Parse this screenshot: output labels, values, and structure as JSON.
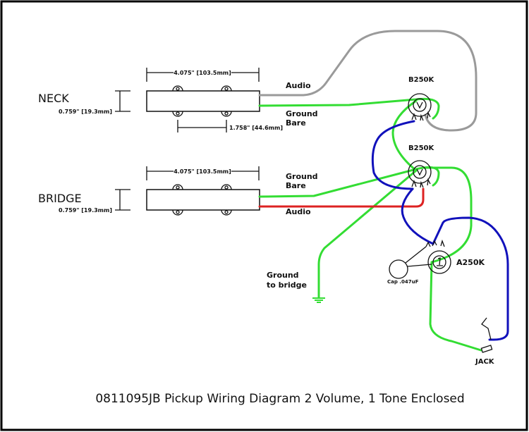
{
  "title": "0811095JB Pickup Wiring Diagram 2 Volume, 1 Tone Enclosed",
  "pickups": {
    "neck": {
      "label": "NECK",
      "length_dim": "4.075\" [103.5mm]",
      "height_dim": "0.759\" [19.3mm]",
      "pole_spacing_dim": "1.758\" [44.6mm]"
    },
    "bridge": {
      "label": "BRIDGE",
      "length_dim": "4.075\" [103.5mm]",
      "height_dim": "0.759\" [19.3mm]"
    }
  },
  "wire_labels": {
    "neck_audio": "Audio",
    "neck_ground_1": "Ground",
    "neck_ground_2": "Bare",
    "bridge_ground_1": "Ground",
    "bridge_ground_2": "Bare",
    "bridge_audio": "Audio",
    "ground_to_bridge_1": "Ground",
    "ground_to_bridge_2": "to bridge"
  },
  "components": {
    "pot_neck_volume": "B250K",
    "pot_bridge_volume": "B250K",
    "pot_tone": "A250K",
    "capacitor": "Cap .047uF",
    "jack": "JACK"
  },
  "colors": {
    "ground": "#33dd33",
    "neck_audio": "#9a9a9a",
    "bridge_audio": "#dd2222",
    "signal": "#1111bb",
    "line": "#111111"
  }
}
